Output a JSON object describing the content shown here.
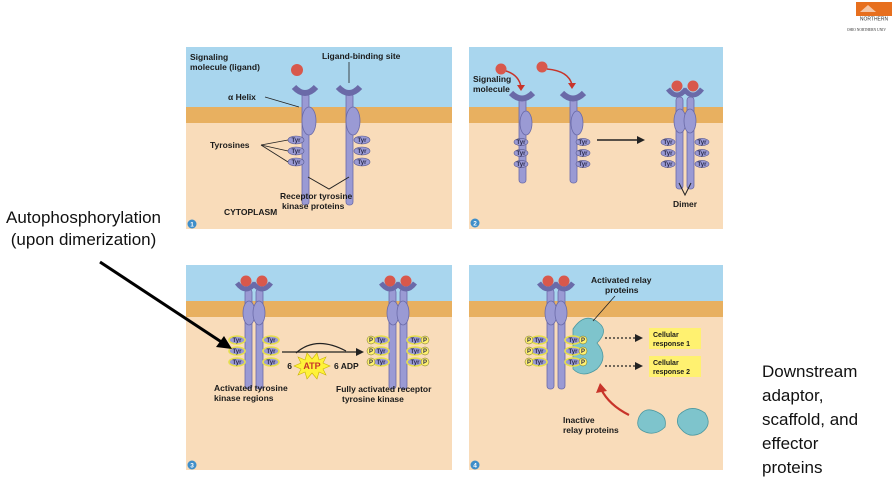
{
  "logo": {
    "line1": "NORTHERN",
    "line2": "OHIO NORTHERN UNIV"
  },
  "side_left": {
    "line1": "Autophosphorylation",
    "line2": "(upon dimerization)"
  },
  "side_right": {
    "lines": [
      "Downstream",
      "adaptor,",
      "scaffold, and",
      "effector",
      "proteins"
    ]
  },
  "panel1": {
    "number": "1",
    "signaling_molecule": [
      "Signaling",
      "molecule (ligand)"
    ],
    "ligand_binding_site": "Ligand-binding site",
    "alpha_helix": "α Helix",
    "tyrosines": "Tyrosines",
    "receptor": [
      "Receptor tyrosine",
      "kinase proteins"
    ],
    "cytoplasm": "CYTOPLASM",
    "tyr": "Tyr"
  },
  "panel2": {
    "number": "2",
    "signaling_molecule": [
      "Signaling",
      "molecule"
    ],
    "dimer": "Dimer",
    "tyr": "Tyr"
  },
  "panel3": {
    "number": "3",
    "atp_count": "6",
    "atp": "ATP",
    "adp": "6 ADP",
    "activated": [
      "Activated tyrosine",
      "kinase regions"
    ],
    "fully": [
      "Fully activated receptor",
      "tyrosine kinase"
    ],
    "tyr": "Tyr",
    "p": "P"
  },
  "panel4": {
    "number": "4",
    "activated_relay": [
      "Activated relay",
      "proteins"
    ],
    "response1": [
      "Cellular",
      "response 1"
    ],
    "response2": [
      "Cellular",
      "response 2"
    ],
    "inactive": [
      "Inactive",
      "relay proteins"
    ],
    "tyr": "Tyr",
    "p": "P"
  },
  "colors": {
    "extracellular": "#a9d6ee",
    "membrane": "#e8b060",
    "cytoplasm": "#f9dcba",
    "receptor": "#9a9ad4",
    "ligand": "#d8584c",
    "relay": "#7ec4cc",
    "response_box": "#fff170",
    "atp_burst": "#fff23a"
  }
}
